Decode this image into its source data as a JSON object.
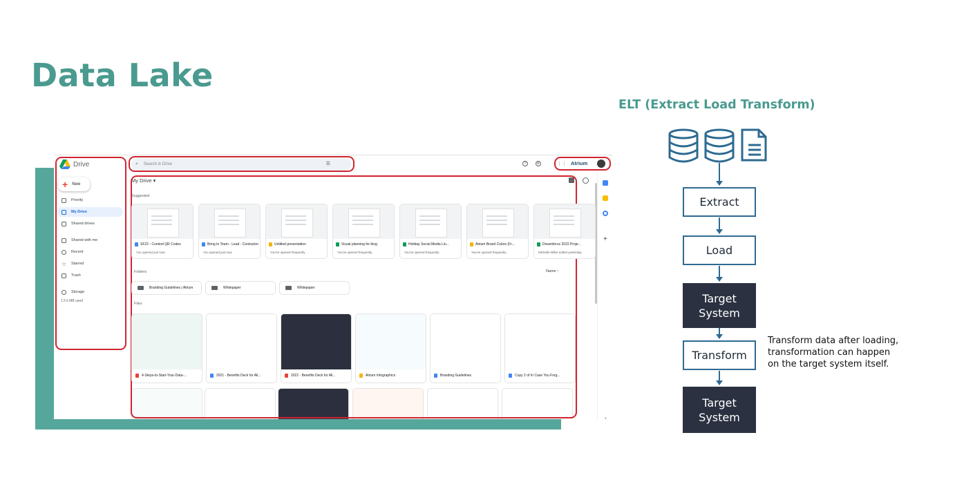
{
  "slide": {
    "title": "Data Lake",
    "accent_color": "#4a9a8f",
    "annotation_color": "#d0242f"
  },
  "drive": {
    "logo_text": "Drive",
    "new_label": "New",
    "nav_items": [
      {
        "label": "Priority",
        "icon": "checkbox-icon"
      },
      {
        "label": "My Drive",
        "icon": "my-drive-icon",
        "active": true
      },
      {
        "label": "Shared drives",
        "icon": "shared-drives-icon"
      },
      {
        "label": "Shared with me",
        "icon": "people-icon"
      },
      {
        "label": "Recent",
        "icon": "clock-icon"
      },
      {
        "label": "Starred",
        "icon": "star-icon"
      },
      {
        "label": "Trash",
        "icon": "trash-icon"
      },
      {
        "label": "Storage",
        "icon": "cloud-icon"
      }
    ],
    "storage_used": "1.5 k MB used",
    "search_placeholder": "Search in Drive",
    "brand": "Atrium",
    "main_title": "My Drive ▾",
    "suggested_label": "Suggested",
    "folders_label": "Folders",
    "files_label": "Files",
    "sort_label": "Name  ↑",
    "suggested": [
      {
        "name": "SF22 - Content QR Codes",
        "sub": "You opened just now",
        "color": "#4285f4"
      },
      {
        "name": "Bring to Team - Lead - Contractor",
        "sub": "You opened just now",
        "color": "#4285f4"
      },
      {
        "name": "Untitled presentation",
        "sub": "You've opened frequently",
        "color": "#f4b400"
      },
      {
        "name": "Visual planning for blog",
        "sub": "You've opened frequently",
        "color": "#0f9d58"
      },
      {
        "name": "Holiday Social Media Lin...",
        "sub": "You've opened frequently",
        "color": "#0f9d58"
      },
      {
        "name": "Atrium Brand Colors (Fr...",
        "sub": "You've opened frequently",
        "color": "#f4b400"
      },
      {
        "name": "Dreamforce 2022 Proje...",
        "sub": "Michelle Miller edited yesterday",
        "color": "#0f9d58"
      }
    ],
    "folders": [
      {
        "name": "Branding Guidelines | Atrium"
      },
      {
        "name": "Whitepaper"
      },
      {
        "name": "Whitepaper"
      }
    ],
    "files": [
      {
        "name": "4-Steps-to-Start-Your-Data-...",
        "color": "#ea4335"
      },
      {
        "name": "2021 - Benefits Deck for All...",
        "color": "#4285f4"
      },
      {
        "name": "2022 - Benefits Deck for All...",
        "color": "#ea4335"
      },
      {
        "name": "Atrium Infographics",
        "color": "#f4b400"
      },
      {
        "name": "Branding Guidelines",
        "color": "#4285f4"
      },
      {
        "name": "Copy 2 of In Case You Forg...",
        "color": "#4285f4"
      }
    ]
  },
  "elt": {
    "title": "ELT (Extract Load Transform)",
    "steps": [
      "Extract",
      "Load",
      "Target System",
      "Transform",
      "Target System"
    ],
    "note": "Transform data after loading, transformation can happen on the target system itself.",
    "line_color": "#2d6a91",
    "dark_color": "#2b3140"
  }
}
